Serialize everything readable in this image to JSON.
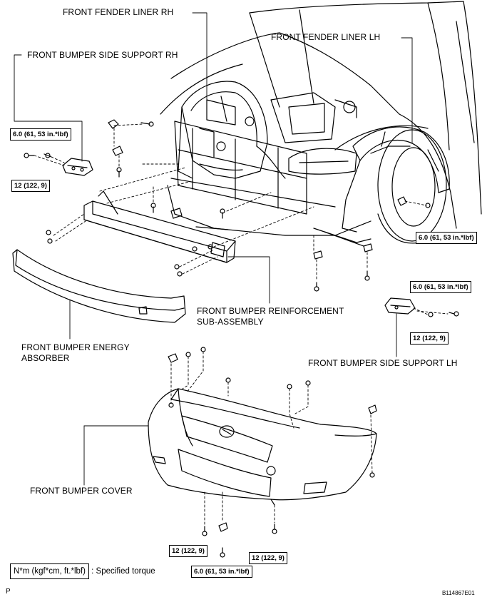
{
  "parts": {
    "fender_liner_rh": "FRONT FENDER LINER RH",
    "fender_liner_lh": "FRONT FENDER LINER LH",
    "side_support_rh": "FRONT BUMPER SIDE SUPPORT RH",
    "reinforcement_line1": "FRONT BUMPER REINFORCEMENT",
    "reinforcement_line2": "SUB-ASSEMBLY",
    "energy_absorber_line1": "FRONT BUMPER ENERGY",
    "energy_absorber_line2": "ABSORBER",
    "side_support_lh": "FRONT BUMPER SIDE SUPPORT LH",
    "bumper_cover": "FRONT BUMPER COVER"
  },
  "torques": {
    "rh_upper": "6.0 (61, 53 in.*lbf)",
    "rh_lower": "12 (122, 9)",
    "lh_fender": "6.0 (61, 53 in.*lbf)",
    "lh_upper": "6.0 (61, 53 in.*lbf)",
    "lh_lower": "12 (122, 9)",
    "cover_left": "12 (122, 9)",
    "cover_center": "6.0 (61, 53 in.*lbf)",
    "cover_right": "12 (122, 9)"
  },
  "legend": {
    "unit": "N*m (kgf*cm, ft.*lbf)",
    "text": ": Specified torque"
  },
  "corner": {
    "left": "P",
    "right": "B114867E01"
  }
}
